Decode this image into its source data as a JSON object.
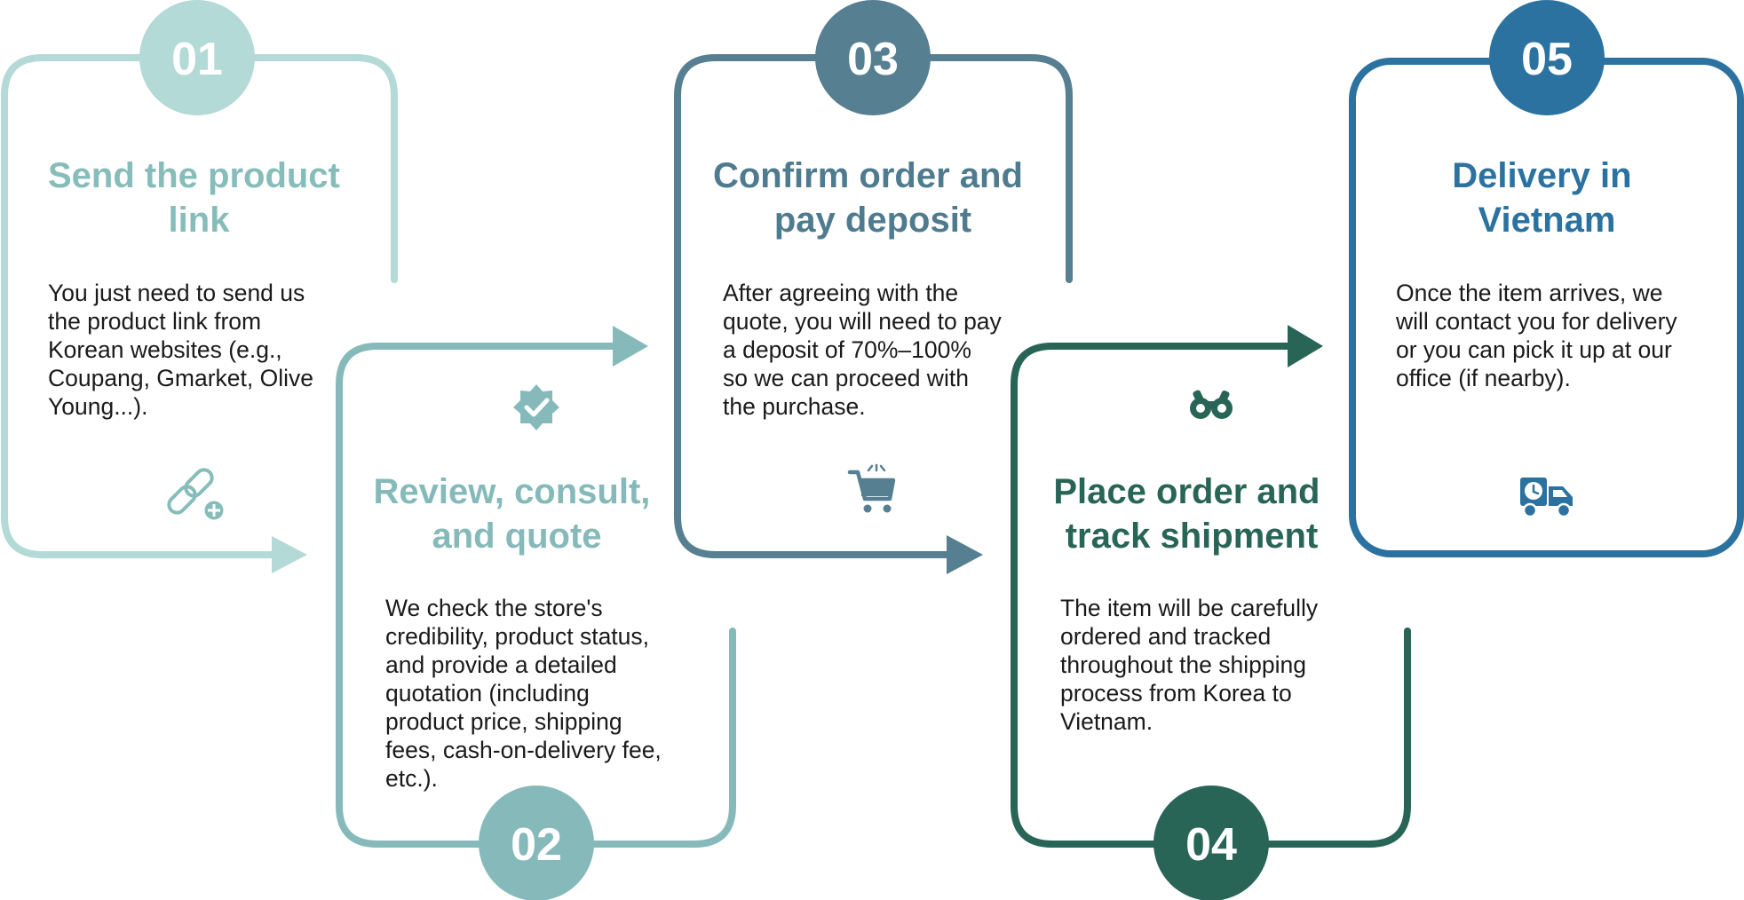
{
  "colors": {
    "step1": "#B3DAD6",
    "step1_title": "#86BDBA",
    "step2": "#86BABA",
    "step3": "#567F91",
    "step3_title": "#4F7B8F",
    "step4": "#286557",
    "step5": "#2B72A0",
    "body_text": "#1a1a1a"
  },
  "steps": [
    {
      "number": "01",
      "title": [
        "Send the product",
        "link"
      ],
      "body": [
        "You just need to send us",
        "the product link from",
        "Korean websites (e.g.,",
        "Coupang, Gmarket, Olive",
        "Young...)."
      ],
      "icon": "link-plus-icon"
    },
    {
      "number": "02",
      "title": [
        "Review, consult,",
        "and quote"
      ],
      "body": [
        "We check the store's",
        "credibility, product status,",
        "and provide a detailed",
        "quotation (including",
        "product price, shipping",
        "fees, cash-on-delivery fee,",
        "etc.)."
      ],
      "icon": "verified-badge-icon"
    },
    {
      "number": "03",
      "title": [
        "Confirm order and",
        "pay deposit"
      ],
      "body": [
        "After agreeing with the",
        "quote, you will need to pay",
        "a deposit of 70%–100%",
        "so we can proceed with",
        "the purchase."
      ],
      "icon": "shopping-cart-icon"
    },
    {
      "number": "04",
      "title": [
        "Place order and",
        "track shipment"
      ],
      "body": [
        "The item will be carefully",
        "ordered and tracked",
        "throughout the shipping",
        "process from Korea to",
        "Vietnam."
      ],
      "icon": "binoculars-icon"
    },
    {
      "number": "05",
      "title": [
        "Delivery in",
        "Vietnam"
      ],
      "body": [
        "Once the item arrives, we",
        "will contact you for delivery",
        "or you can pick it up at our",
        "office (if nearby)."
      ],
      "icon": "delivery-truck-icon"
    }
  ]
}
